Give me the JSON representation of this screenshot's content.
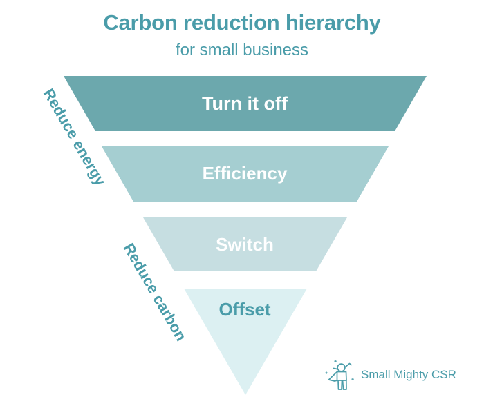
{
  "header": {
    "title": "Carbon reduction hierarchy",
    "subtitle": "for small business"
  },
  "colors": {
    "background": "#FFFFFF",
    "accent": "#4A9CA9",
    "band_1": "#6CA8AD",
    "band_2": "#A5CED1",
    "band_3": "#C6DEE1",
    "band_4": "#DCF0F2",
    "label_light": "#FFFFFF"
  },
  "chart_data": {
    "type": "funnel",
    "title": "Carbon reduction hierarchy",
    "subtitle": "for small business",
    "orientation": "inverted-triangle",
    "categories": [
      "Turn it off",
      "Efficiency",
      "Switch",
      "Offset"
    ],
    "values": [
      4,
      3,
      2,
      1
    ],
    "bands": [
      {
        "rank": 1,
        "label": "Turn it off",
        "color": "#6CA8AD",
        "text_color": "#FFFFFF",
        "group": "Reduce energy"
      },
      {
        "rank": 2,
        "label": "Efficiency",
        "color": "#A5CED1",
        "text_color": "#FFFFFF",
        "group": "Reduce energy"
      },
      {
        "rank": 3,
        "label": "Switch",
        "color": "#C6DEE1",
        "text_color": "#FFFFFF",
        "group": "Reduce carbon"
      },
      {
        "rank": 4,
        "label": "Offset",
        "color": "#DCF0F2",
        "text_color": "#4A9CA9",
        "group": "Reduce carbon"
      }
    ],
    "groups": [
      {
        "label": "Reduce energy",
        "covers": [
          "Turn it off",
          "Efficiency"
        ]
      },
      {
        "label": "Reduce carbon",
        "covers": [
          "Switch",
          "Offset"
        ]
      }
    ],
    "legend": "none",
    "grid": false
  },
  "side_labels": {
    "upper": "Reduce energy",
    "lower": "Reduce carbon"
  },
  "logo": {
    "icon": "superhero-figure-icon",
    "text": "Small Mighty CSR"
  }
}
